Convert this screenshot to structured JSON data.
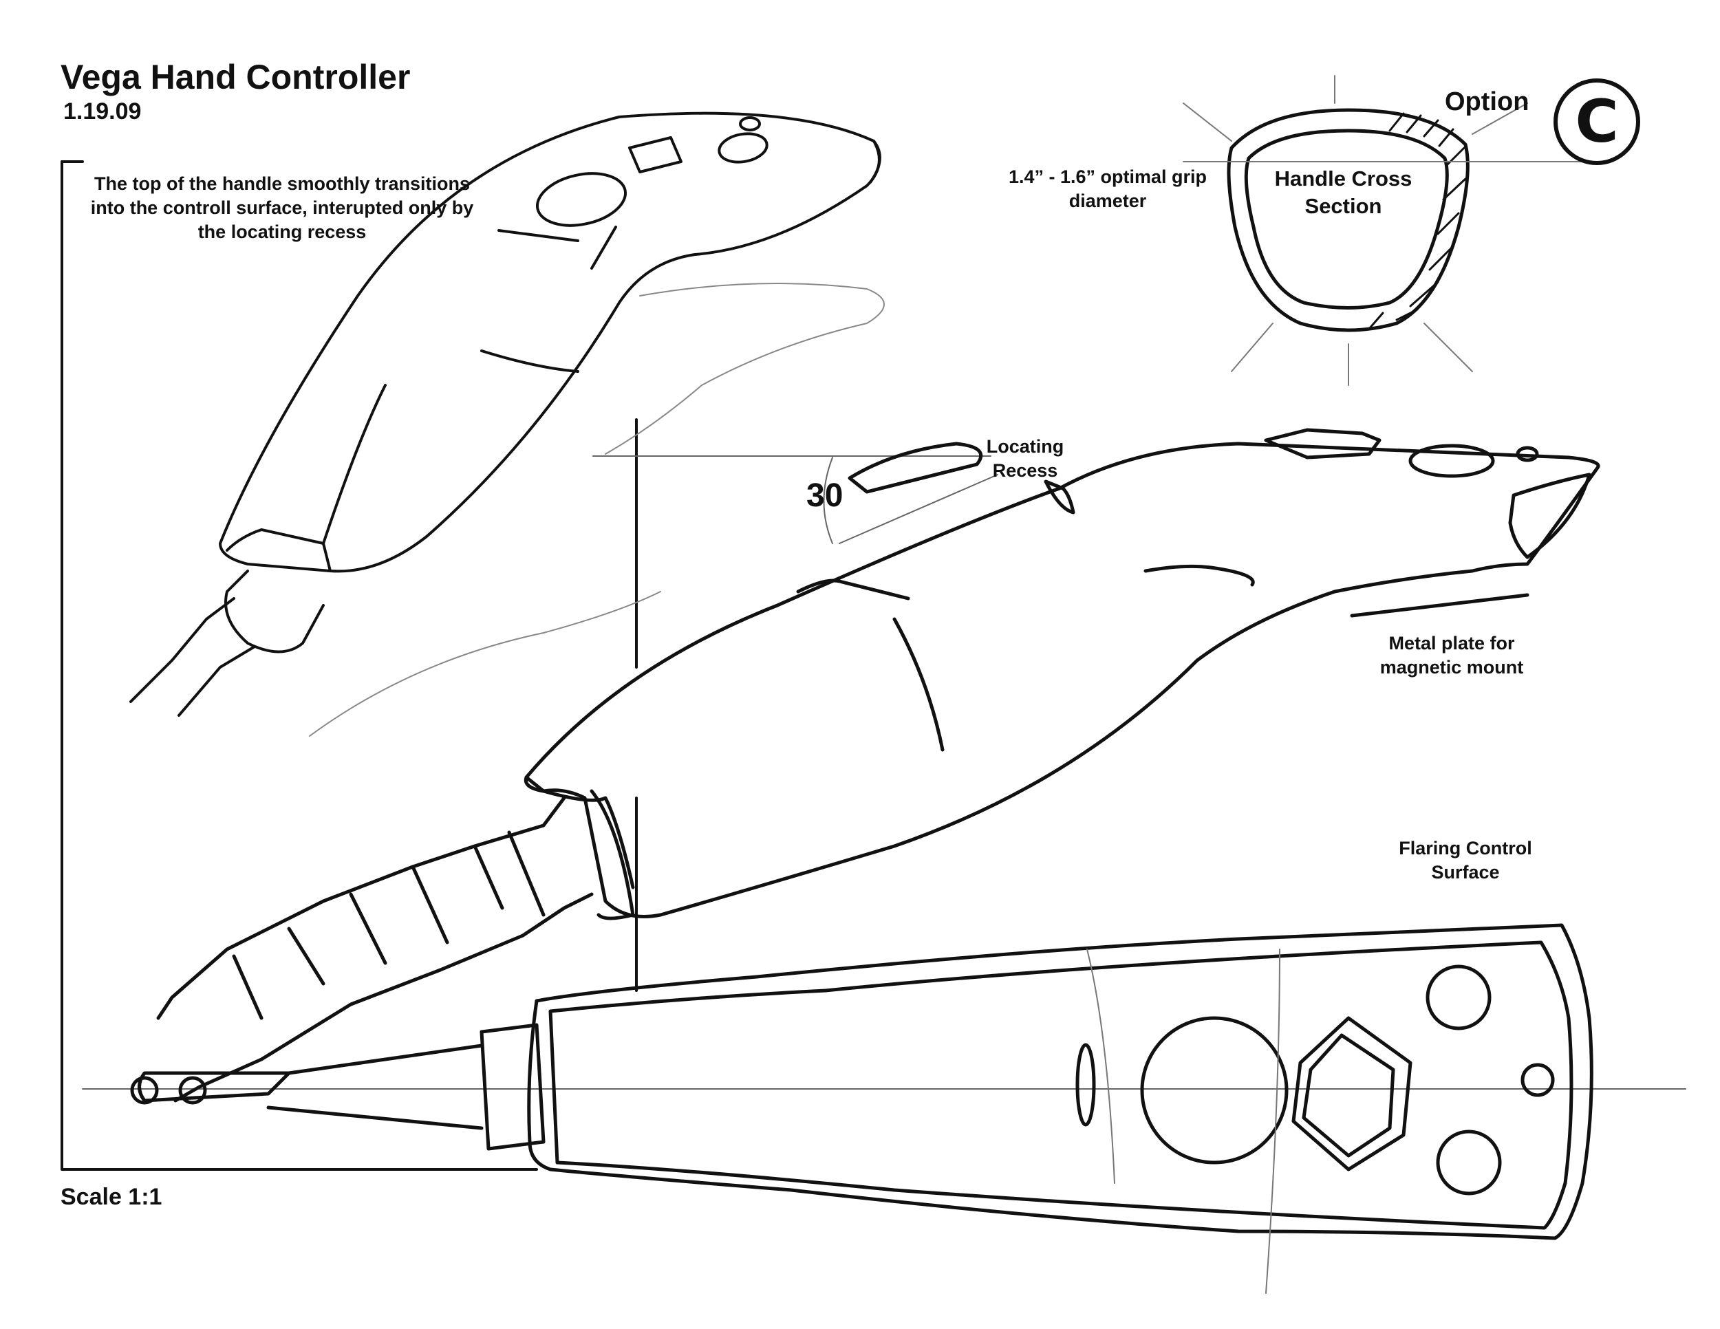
{
  "title": "Vega Hand Controller",
  "date": "1.19.09",
  "scale": "Scale 1:1",
  "notes": {
    "top_transition": "The top of the handle smoothly transitions into the controll surface, interupted only by the locating recess",
    "grip": "1.4” - 1.6” optimal grip diameter",
    "cross_section": "Handle Cross Section",
    "option_label": "Option",
    "option_letter": "C",
    "locating_recess": "Locating Recess",
    "angle": "30",
    "metal_plate": "Metal plate for magnetic mount",
    "flaring": "Flaring Control Surface"
  },
  "colors": {
    "ink": "#111111",
    "faint": "#888888",
    "paper": "#ffffff"
  }
}
